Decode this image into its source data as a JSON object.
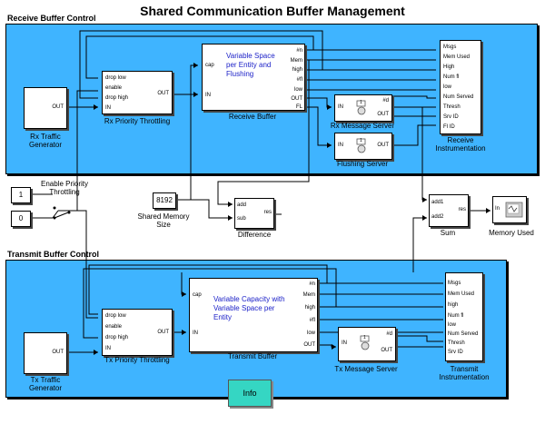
{
  "title": "Shared Communication Buffer Management",
  "receive": {
    "label": "Receive Buffer Control",
    "traffic_gen": {
      "port": "OUT",
      "name": "Rx Traffic Generator"
    },
    "throttle": {
      "ports": [
        "drop low",
        "enable",
        "drop high",
        "IN"
      ],
      "out": "OUT",
      "name": "Rx Priority Throttling"
    },
    "buffer": {
      "cap": "cap",
      "in": "IN",
      "text": "Variable Space per Entity and Flushing",
      "outs": [
        "#n",
        "Mem",
        "high",
        "#fl",
        "low",
        "OUT",
        "FL"
      ],
      "name": "Receive Buffer"
    },
    "msg_server": {
      "in": "IN",
      "d": "#d",
      "out": "OUT",
      "name": "Rx Message Server",
      "icon": "1"
    },
    "flush_server": {
      "in": "IN",
      "out": "OUT",
      "name": "Flushing Server",
      "icon": "1"
    },
    "instr": {
      "ports": [
        "Msgs",
        "Mem Used",
        "High",
        "Num fl",
        "low",
        "Num Served",
        "Thresh",
        "Srv ID",
        "Fl ID"
      ],
      "name": "Receive Instrumentation"
    }
  },
  "transmit": {
    "label": "Transmit Buffer Control",
    "traffic_gen": {
      "port": "OUT",
      "name": "Tx Traffic Generator"
    },
    "throttle": {
      "ports": [
        "drop low",
        "enable",
        "drop high",
        "IN"
      ],
      "out": "OUT",
      "name": "Tx Priority Throttling"
    },
    "buffer": {
      "cap": "cap",
      "in": "IN",
      "text": "Variable Capacity with Variable Space per Entity",
      "outs": [
        "#n",
        "Mem",
        "high",
        "#fl",
        "low",
        "OUT"
      ],
      "name": "Transmit Buffer"
    },
    "msg_server": {
      "in": "IN",
      "d": "#d",
      "out": "OUT",
      "name": "Tx Message Server",
      "icon": "1"
    },
    "instr": {
      "ports": [
        "Msgs",
        "Mem Used",
        "high",
        "Num fl",
        "low",
        "Num Served",
        "Thresh",
        "Srv ID"
      ],
      "name": "Transmit Instrumentation"
    }
  },
  "middle": {
    "const1": "1",
    "const0": "0",
    "enable_label": "Enable Priority Throttling",
    "shared_mem": {
      "value": "8192",
      "name": "Shared Memory Size"
    },
    "difference": {
      "ports": [
        "add",
        "sub"
      ],
      "out": "res",
      "name": "Difference"
    },
    "sum": {
      "ports": [
        "add1",
        "add2"
      ],
      "out": "res",
      "name": "Sum"
    },
    "mem_used": {
      "in": "In",
      "name": "Memory Used"
    }
  },
  "info_button": "Info"
}
